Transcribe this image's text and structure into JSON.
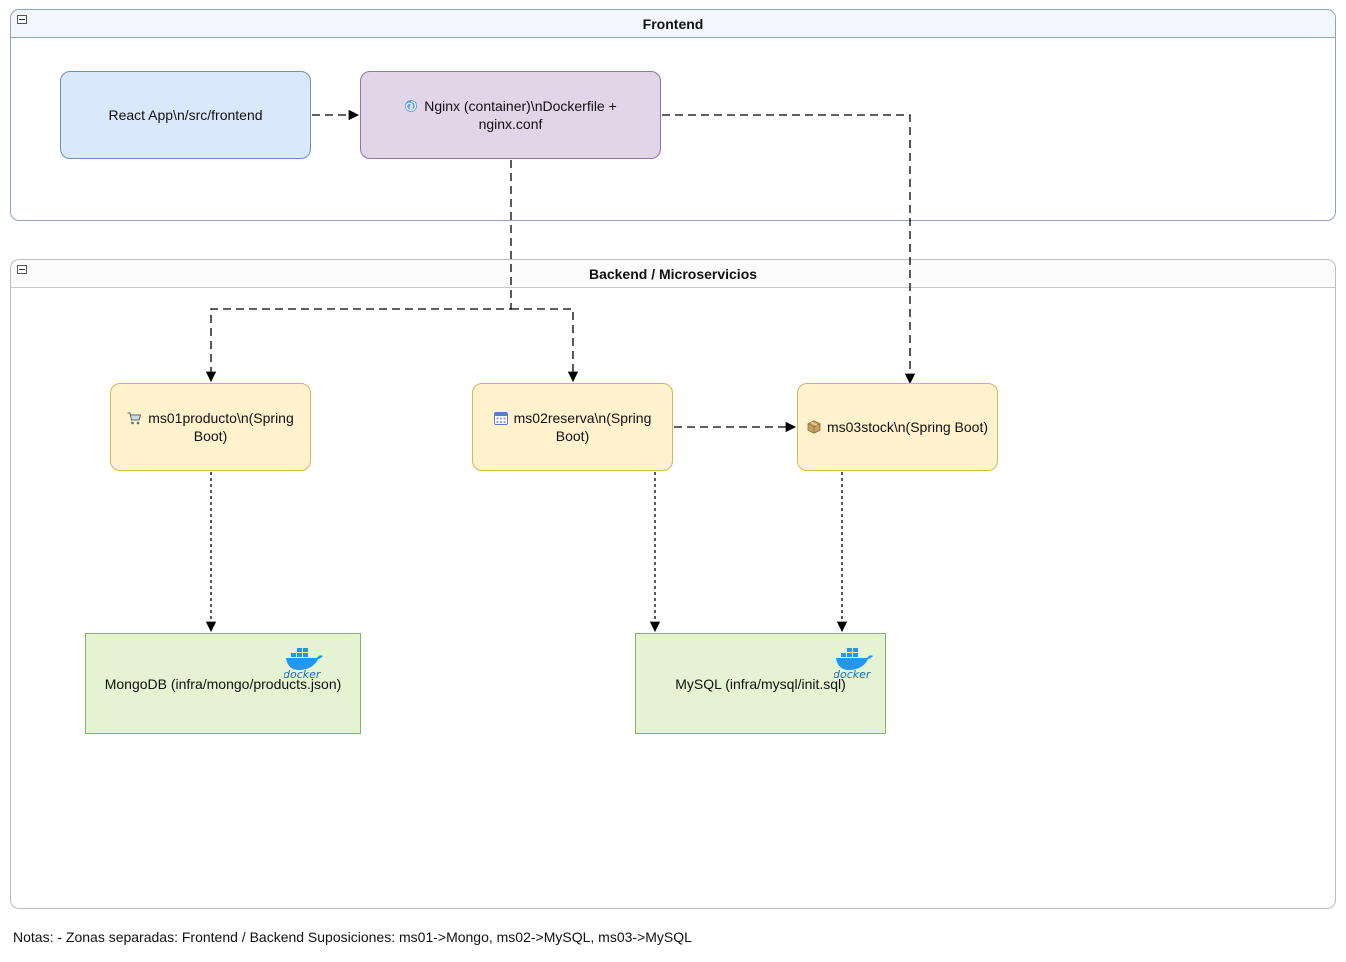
{
  "groups": {
    "frontend": {
      "title": "Frontend"
    },
    "backend": {
      "title": "Backend / Microservicios"
    }
  },
  "nodes": {
    "react": {
      "label": "React App\\n/src/frontend",
      "color": "#dae8fc"
    },
    "nginx": {
      "label": "Nginx (container)\\nDockerfile + nginx.conf",
      "icon": "nginx-swirl-icon",
      "color": "#e1d5e7"
    },
    "ms01": {
      "label": "ms01producto\\n(Spring Boot)",
      "icon": "shopping-cart-icon",
      "color": "#fff2cc"
    },
    "ms02": {
      "label": "ms02reserva\\n(Spring Boot)",
      "icon": "calendar-icon",
      "color": "#fff2cc"
    },
    "ms03": {
      "label": "ms03stock\\n(Spring Boot)",
      "icon": "package-box-icon",
      "color": "#fff2cc"
    },
    "mongo": {
      "label": "MongoDB (infra/mongo/products.json)",
      "logo_text": "docker",
      "color": "#e4f3d1"
    },
    "mysql": {
      "label": "MySQL (infra/mysql/init.sql)",
      "logo_text": "docker",
      "color": "#e4f3d1"
    }
  },
  "edges": [
    {
      "from": "react",
      "to": "nginx",
      "style": "dashed"
    },
    {
      "from": "nginx",
      "to": "ms01",
      "style": "dashed"
    },
    {
      "from": "nginx",
      "to": "ms02",
      "style": "dashed"
    },
    {
      "from": "nginx",
      "to": "ms03",
      "style": "dashed"
    },
    {
      "from": "ms02",
      "to": "ms03",
      "style": "dashed"
    },
    {
      "from": "ms01",
      "to": "mongo",
      "style": "dotted"
    },
    {
      "from": "ms02",
      "to": "mysql",
      "style": "dotted"
    },
    {
      "from": "ms03",
      "to": "mysql",
      "style": "dotted"
    }
  ],
  "notes": "Notas: - Zonas separadas: Frontend / Backend Suposiciones: ms01->Mongo, ms02->MySQL, ms03->MySQL"
}
